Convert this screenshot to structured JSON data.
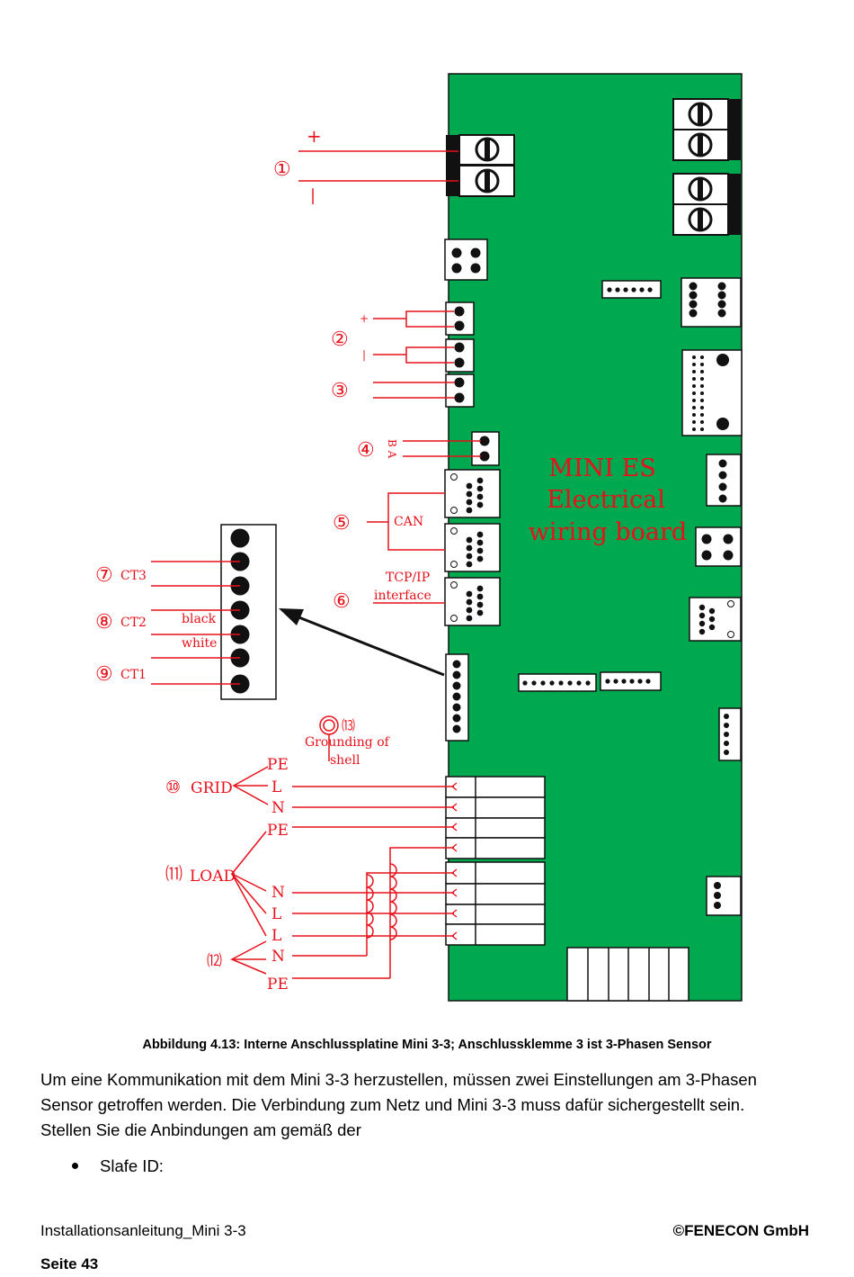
{
  "diagram": {
    "board_title": [
      "MINI ES",
      "Electrical",
      "wiring board"
    ],
    "labels": {
      "n1": "①",
      "n2": "②",
      "n3": "③",
      "n4": "④",
      "n5": "⑤",
      "n6": "⑥",
      "n7": "⑦",
      "n8": "⑧",
      "n9": "⑨",
      "n10": "⑩",
      "n11": "⑾",
      "n12": "⑿",
      "n13": "⒀",
      "plus": "+",
      "minus": "|",
      "plus2": "+",
      "minus2": "|",
      "ba": "B A",
      "can": "CAN",
      "tcpip": "TCP/IP",
      "interface": "interface",
      "ct3": "CT3",
      "ct2": "CT2",
      "ct1": "CT1",
      "black": "black",
      "white": "white",
      "grounding": "Grounding of",
      "shell": "shell",
      "grid": "GRID",
      "load": "LOAD",
      "pe1": "PE",
      "l1": "L",
      "n_1": "N",
      "pe2": "PE",
      "n_2": "N",
      "l2": "L",
      "l3": "L",
      "n_3": "N",
      "pe3": "PE"
    },
    "colors": {
      "board": "#00a94f",
      "wire": "#e8101a"
    }
  },
  "caption": "Abbildung 4.13: Interne Anschlussplatine Mini 3-3; Anschlussklemme 3 ist 3-Phasen Sensor",
  "body": [
    "Um eine Kommunikation mit dem Mini 3-3 herzustellen, müssen zwei Einstellungen am 3-Phasen",
    "Sensor getroffen werden. Die Verbindung zum Netz und Mini 3-3 muss dafür sichergestellt sein.",
    "Stellen Sie die Anbindungen am gemäß der"
  ],
  "bullet": "Slafe ID:",
  "footer": {
    "left": "Installationsanleitung_Mini 3-3",
    "right": "©FENECON GmbH",
    "page": "Seite 43"
  }
}
